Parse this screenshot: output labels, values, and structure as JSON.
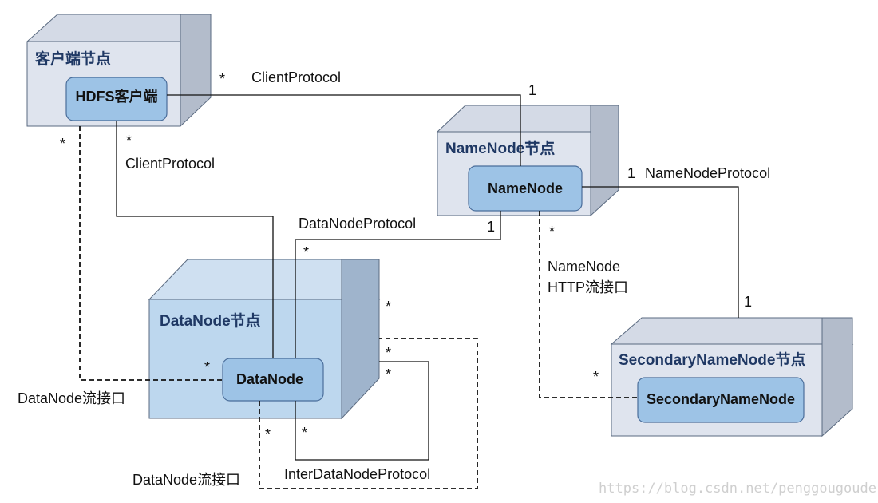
{
  "colors": {
    "node_front": "#dfe4ee",
    "node_top": "#d4dae6",
    "node_side": "#b3bccb",
    "datanode_front": "#bdd7ee",
    "datanode_top": "#cfe0f1",
    "datanode_side": "#9fb4cc",
    "component_fill": "#9dc3e6",
    "title_color": "#1f3864"
  },
  "nodes": {
    "client": {
      "title": "客户端节点",
      "component": "HDFS客户端"
    },
    "namenode": {
      "title": "NameNode节点",
      "component": "NameNode"
    },
    "datanode": {
      "title": "DataNode节点",
      "component": "DataNode"
    },
    "secondary": {
      "title": "SecondaryNameNode节点",
      "component": "SecondaryNameNode"
    }
  },
  "connections": {
    "client_namenode": {
      "label": "ClientProtocol",
      "mult_client": "*",
      "mult_namenode": "1"
    },
    "client_datanode_rpc": {
      "label": "ClientProtocol",
      "mult_client": "*"
    },
    "client_datanode_stream": {
      "label": "DataNode流接口",
      "mult_client": "*",
      "mult_datanode": "*"
    },
    "datanode_namenode": {
      "label": "DataNodeProtocol",
      "mult_datanode": "*",
      "mult_namenode": "1"
    },
    "namenode_secondary_rpc": {
      "label": "NameNodeProtocol",
      "mult_namenode": "1",
      "mult_secondary": "1"
    },
    "namenode_secondary_http": {
      "label_line1": "NameNode",
      "label_line2": "HTTP流接口",
      "mult_namenode": "*",
      "mult_secondary": "*"
    },
    "inter_datanode": {
      "label": "InterDataNodeProtocol",
      "mult_out": "*",
      "mult_in": "*",
      "mult_bottom": "*"
    },
    "datanode_stream_self": {
      "label": "DataNode流接口",
      "mult_right": "*",
      "mult_bottom": "*"
    }
  },
  "watermark": "https://blog.csdn.net/penggougoude"
}
